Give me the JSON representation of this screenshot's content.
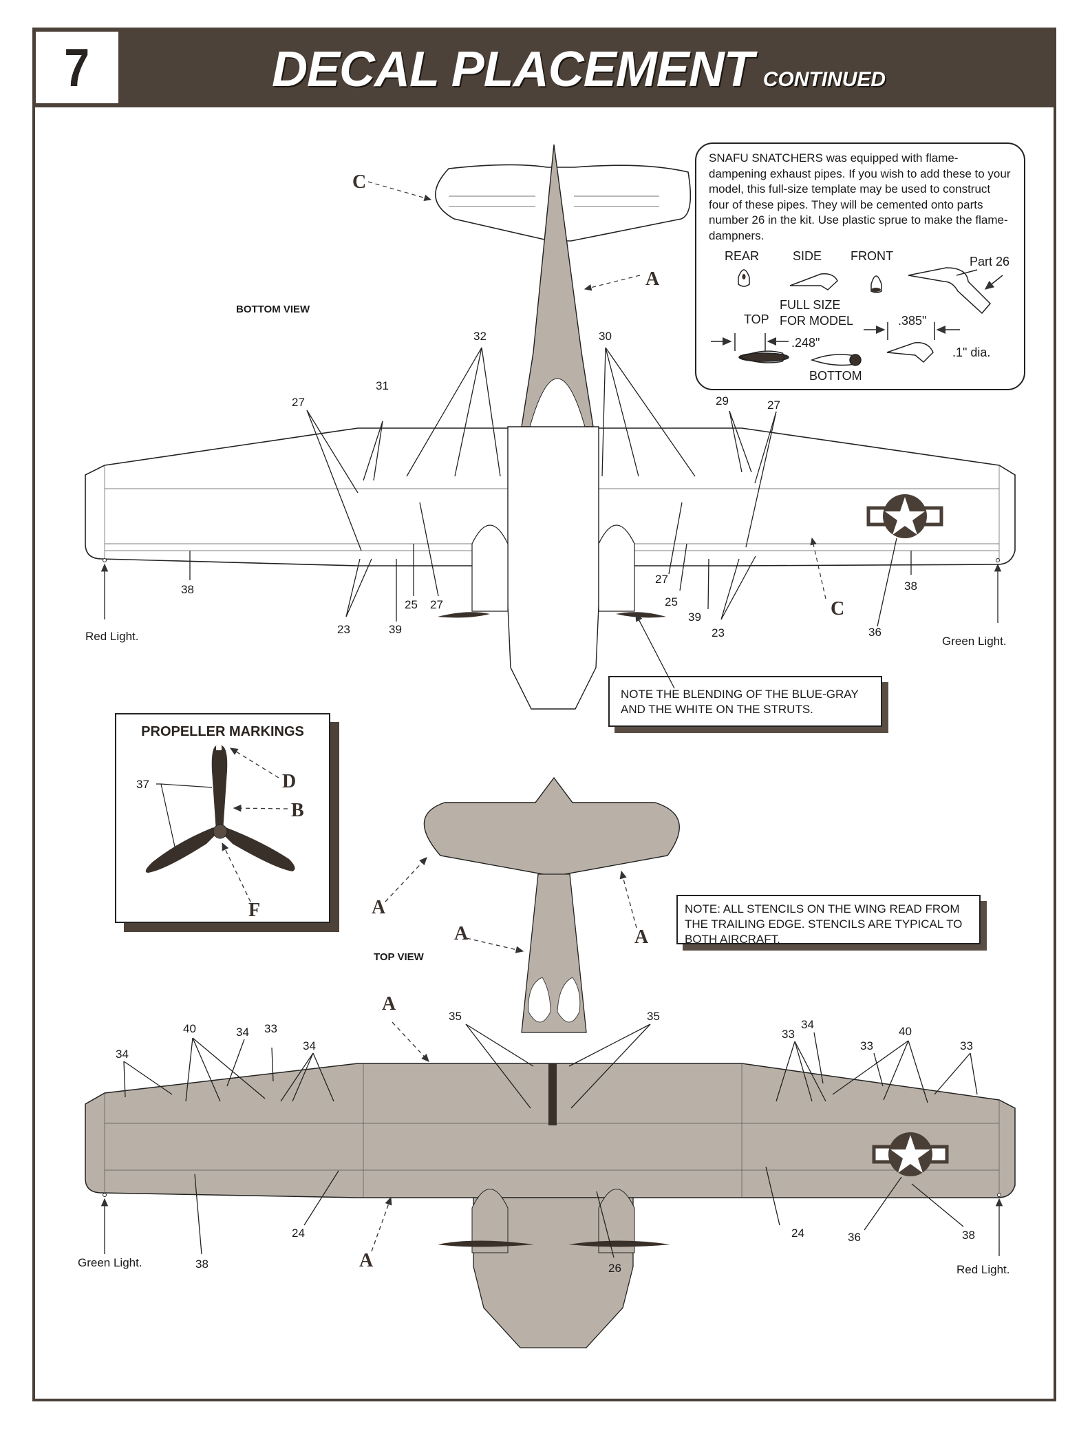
{
  "header": {
    "step_number": "7",
    "title": "DECAL PLACEMENT",
    "subtitle": "CONTINUED"
  },
  "views": {
    "bottom_label": "BOTTOM VIEW",
    "top_label": "TOP VIEW"
  },
  "snafu_note": {
    "text": "SNAFU SNATCHERS was equipped with flame-dampening exhaust pipes. If you wish to add these to your model, this full-size template may be used to construct four of these pipes. They will be cemented onto parts number 26 in the kit. Use plastic sprue to make the flame-dampners.",
    "rear": "REAR",
    "side": "SIDE",
    "front": "FRONT",
    "part": "Part 26",
    "full_size": "FULL SIZE",
    "for_model": "FOR MODEL",
    "top": "TOP",
    "bottom": "BOTTOM",
    "dim_length": ".248\"",
    "dim_width": ".385\"",
    "dim_dia": ".1\" dia."
  },
  "propeller": {
    "title": "PROPELLER MARKINGS",
    "callout_37": "37",
    "letter_d": "D",
    "letter_b": "B",
    "letter_f": "F"
  },
  "notes": {
    "struts": "NOTE THE BLENDING OF THE BLUE-GRAY AND THE WHITE ON THE STRUTS.",
    "stencils": "NOTE: ALL STENCILS ON THE WING READ FROM THE TRAILING EDGE. STENCILS ARE TYPICAL TO BOTH AIRCRAFT."
  },
  "bottom_view": {
    "letters": {
      "c_tail": "C",
      "a_fuselage": "A",
      "c_wing": "C"
    },
    "callouts": {
      "n27_left": "27",
      "n31": "31",
      "n32": "32",
      "n30": "30",
      "n29": "29",
      "n27_right": "27",
      "n38_left": "38",
      "n23_left": "23",
      "n39_left": "39",
      "n25_left": "25",
      "n27_mid_left": "27",
      "n27_mid_right": "27",
      "n25_right": "25",
      "n39_right": "39",
      "n23_right": "23",
      "n36": "36",
      "n38_right": "38"
    },
    "red_light": "Red Light.",
    "green_light": "Green Light."
  },
  "top_view": {
    "letters": {
      "a1": "A",
      "a2": "A",
      "a3": "A",
      "a4": "A",
      "a5": "A"
    },
    "callouts": {
      "n34_a": "34",
      "n40_left": "40",
      "n34_b": "34",
      "n33_left": "33",
      "n34_c": "34",
      "n35_left": "35",
      "n35_right": "35",
      "n34_right": "34",
      "n33_a": "33",
      "n33_b": "33",
      "n40_right": "40",
      "n33_c": "33",
      "n38_left": "38",
      "n24_left": "24",
      "n26": "26",
      "n24_right": "24",
      "n36": "36",
      "n38_right": "38"
    },
    "green_light": "Green Light.",
    "red_light": "Red Light."
  },
  "colors": {
    "header_brown": "#4d4239",
    "aircraft_gray": "#b9b1a7",
    "insignia_dark": "#4a3f37"
  }
}
